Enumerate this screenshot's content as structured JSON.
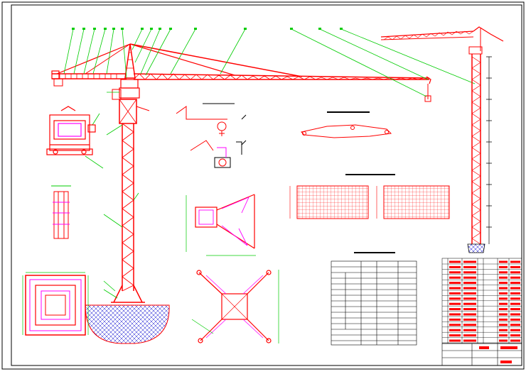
{
  "sheet": {
    "colors": {
      "background": "#ffffff",
      "frame": "#000000",
      "structure": "#ff0000",
      "leader": "#00cc00",
      "detail": "#ff00ff",
      "text": "#000000"
    }
  },
  "views": [
    {
      "name": "elevation-main-crane"
    },
    {
      "name": "elevation-crane-small"
    },
    {
      "name": "cab-front-view"
    },
    {
      "name": "mast-section-detail"
    },
    {
      "name": "base-plan"
    },
    {
      "name": "foundation-cross-plan"
    },
    {
      "name": "tie-frame-plan"
    },
    {
      "name": "hook-sheave-detail"
    },
    {
      "name": "load-chart-left"
    },
    {
      "name": "load-chart-right"
    },
    {
      "name": "parameter-table"
    },
    {
      "name": "bill-of-materials"
    },
    {
      "name": "title-block"
    }
  ]
}
